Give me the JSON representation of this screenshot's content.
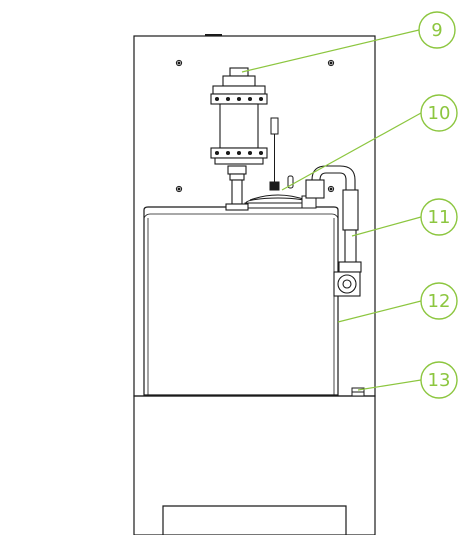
{
  "callouts": [
    {
      "label": "9"
    },
    {
      "label": "10"
    },
    {
      "label": "11"
    },
    {
      "label": "12"
    },
    {
      "label": "13"
    }
  ],
  "colors": {
    "line": "#1a1a1a",
    "callout": "#8cc63f",
    "background": "#ffffff"
  }
}
